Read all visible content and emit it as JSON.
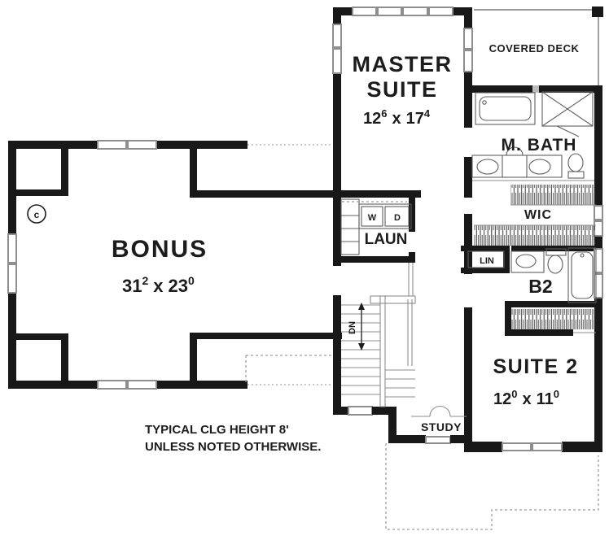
{
  "plan": {
    "rooms": {
      "master_suite": {
        "line1": "MASTER",
        "line2": "SUITE",
        "dim": {
          "a": "12",
          "a_sup": "6",
          "x": "x",
          "b": "17",
          "b_sup": "4"
        }
      },
      "covered_deck": {
        "label": "COVERED DECK"
      },
      "master_bath": {
        "label": "M. BATH"
      },
      "wic": {
        "label": "WIC"
      },
      "lin": {
        "label": "LIN"
      },
      "b2": {
        "label": "B2"
      },
      "suite2": {
        "label": "SUITE 2",
        "dim": {
          "a": "12",
          "a_sup": "0",
          "x": "x",
          "b": "11",
          "b_sup": "0"
        }
      },
      "laundry": {
        "label": "LAUN",
        "washer": "W",
        "dryer": "D"
      },
      "study": {
        "label": "STUDY"
      },
      "stairs": {
        "label": "DN"
      },
      "bonus": {
        "label": "BONUS",
        "dim": {
          "a": "31",
          "a_sup": "2",
          "x": "x",
          "b": "23",
          "b_sup": "0"
        }
      }
    },
    "notes": {
      "line1": "TYPICAL CLG HEIGHT 8'",
      "line2": "UNLESS NOTED OTHERWISE."
    },
    "symbols": {
      "ceiling_marker": "c"
    },
    "colors": {
      "wall": "#181818",
      "window": "#8e8e8e",
      "thin_line": "#7a7a7a",
      "hatch": "#333333",
      "dashed": "#9e9e9e",
      "text": "#1c1c1c",
      "background": "#ffffff"
    }
  }
}
